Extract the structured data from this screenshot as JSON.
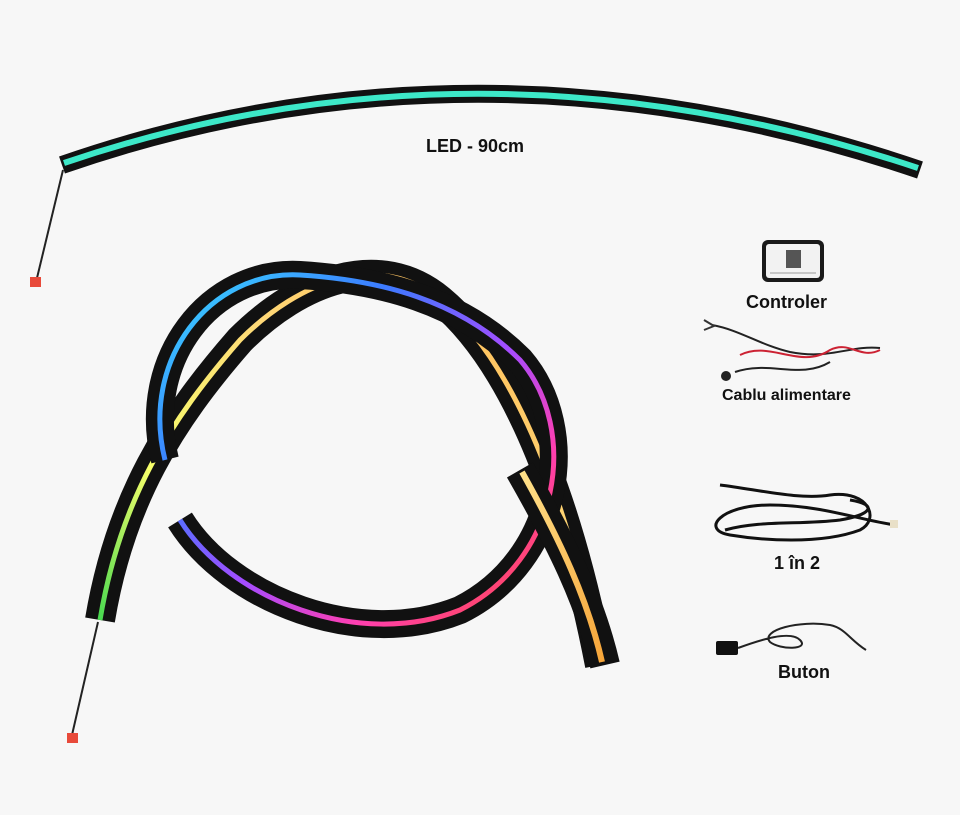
{
  "labels": {
    "led": "LED - 90cm",
    "controller": "Controler",
    "power_cable": "Cablu alimentare",
    "splitter": "1 în 2",
    "button": "Buton"
  },
  "colors": {
    "background": "#f7f7f7",
    "led_cyan": "#3de8c8",
    "strip_black": "#111111",
    "connector_red": "#e84a3a"
  }
}
